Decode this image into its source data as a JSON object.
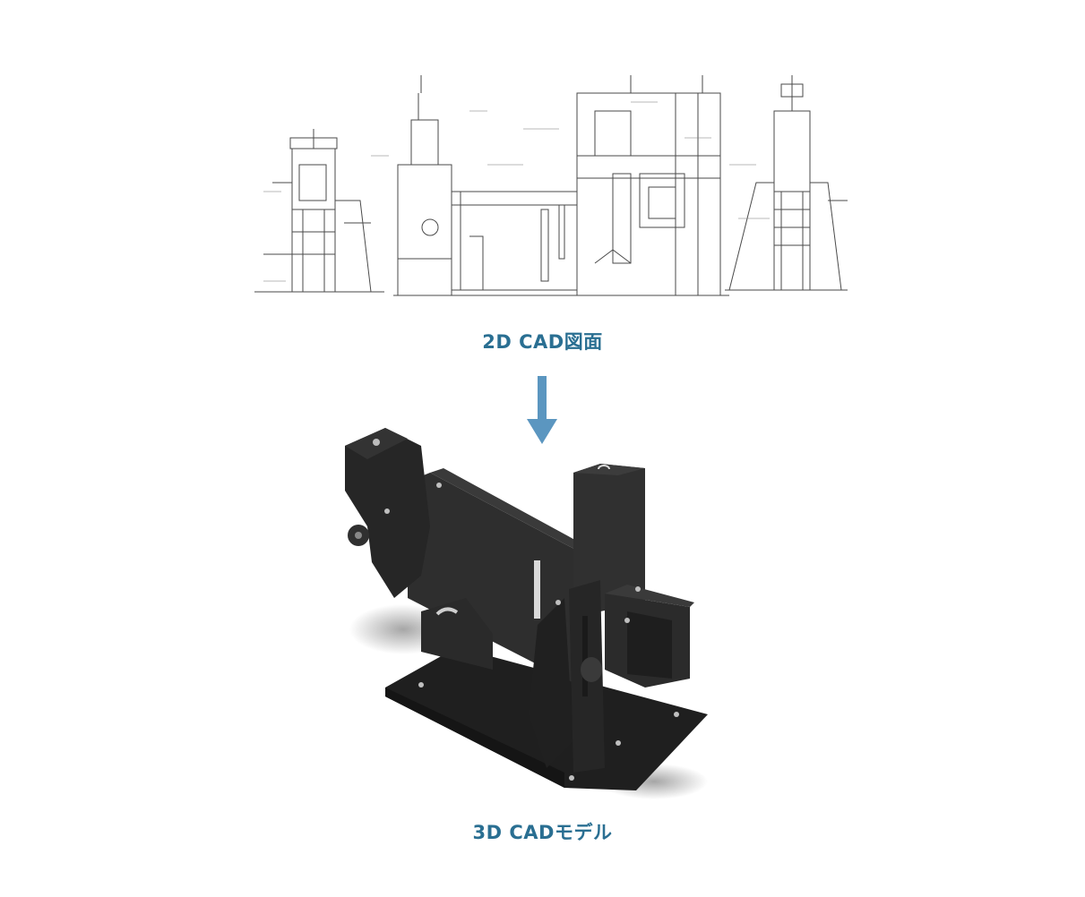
{
  "drawing_2d": {
    "icon": "cad-blueprint-drawing",
    "caption": "2D CAD図面"
  },
  "arrow": {
    "icon": "arrow-down-icon",
    "color": "#5b96c0"
  },
  "model_3d": {
    "icon": "cad-3d-model-render",
    "caption": "3D CADモデル"
  },
  "colors": {
    "caption": "#2a6f92",
    "model_fill": "#2b2b2b",
    "line_art": "#555555"
  }
}
